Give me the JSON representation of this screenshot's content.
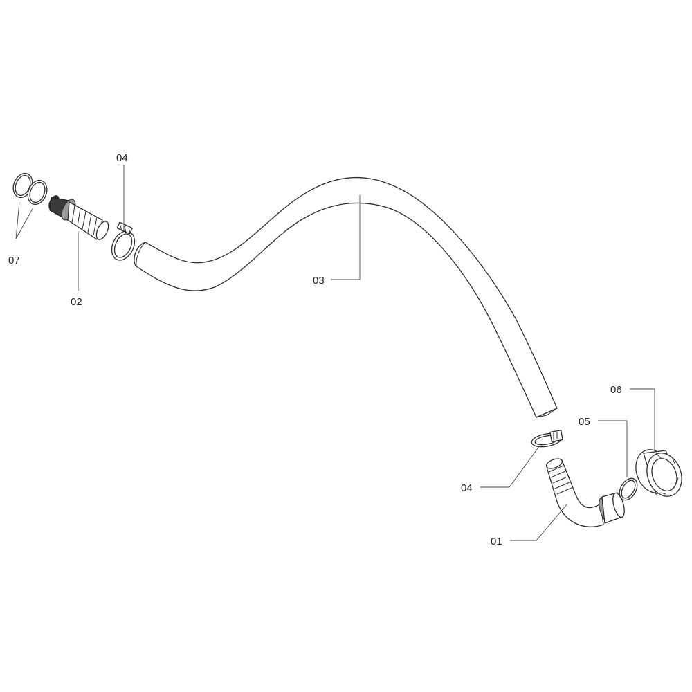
{
  "callouts": [
    {
      "id": "07",
      "label": "07"
    },
    {
      "id": "02",
      "label": "02"
    },
    {
      "id": "04a",
      "label": "04"
    },
    {
      "id": "03",
      "label": "03"
    },
    {
      "id": "06",
      "label": "06"
    },
    {
      "id": "05",
      "label": "05"
    },
    {
      "id": "04b",
      "label": "04"
    },
    {
      "id": "01",
      "label": "01"
    }
  ]
}
